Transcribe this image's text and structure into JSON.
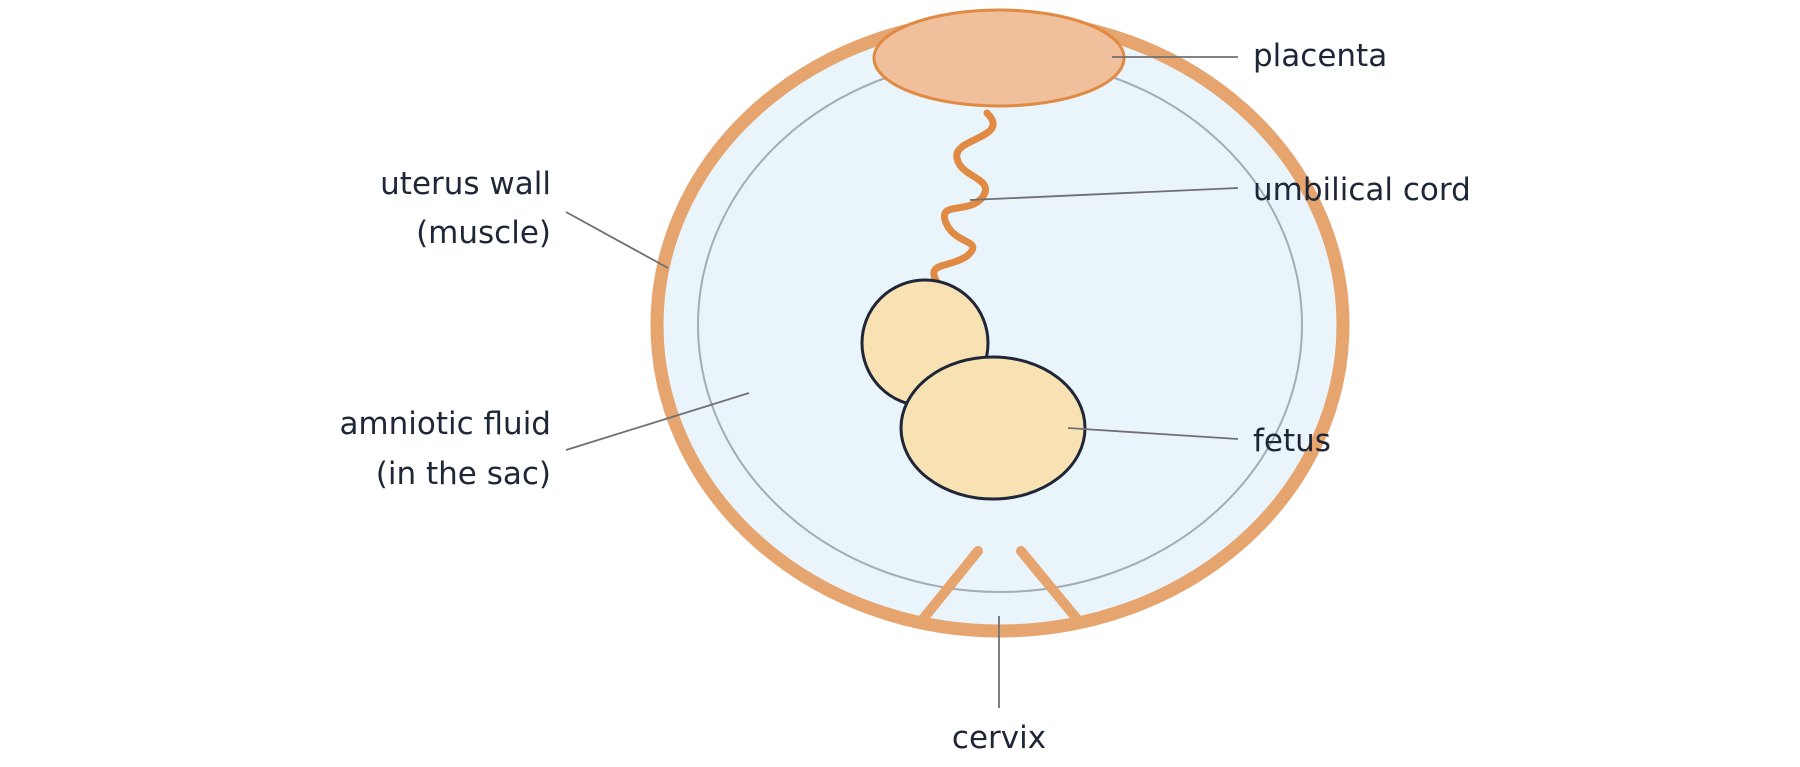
{
  "labels": {
    "placenta": "placenta",
    "umbilical_cord": "umbilical cord",
    "uterus_wall_line1": "uterus wall",
    "uterus_wall_line2": "(muscle)",
    "amniotic_fluid_line1": "amniotic fluid",
    "amniotic_fluid_line2": "(in the sac)",
    "fetus": "fetus",
    "cervix": "cervix"
  },
  "colors": {
    "uterus_wall": "#e6a46e",
    "amniotic_fluid": "#eaf4fb",
    "sac_membrane": "#a4adb5",
    "placenta_fill": "#f0c09c",
    "placenta_stroke": "#e08a44",
    "cord": "#e08a44",
    "fetus_fill": "#f8e2b4",
    "fetus_stroke": "#1e2638",
    "leader_line": "#707070",
    "text": "#1e2638"
  }
}
